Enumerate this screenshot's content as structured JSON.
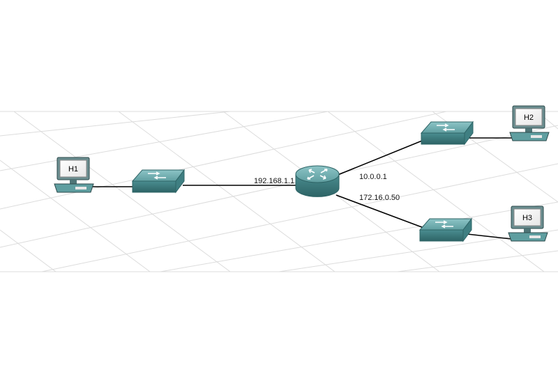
{
  "hosts": [
    {
      "id": "H1",
      "label": "H1"
    },
    {
      "id": "H2",
      "label": "H2"
    },
    {
      "id": "H3",
      "label": "H3"
    }
  ],
  "router": {
    "interfaces": [
      {
        "address": "192.168.1.1"
      },
      {
        "address": "10.0.0.1"
      },
      {
        "address": "172.16.0.50"
      }
    ]
  },
  "colors": {
    "device_teal": "#5f9ea0",
    "device_dark": "#2e6466",
    "link": "#000000",
    "grid": "#d9d9d9"
  }
}
